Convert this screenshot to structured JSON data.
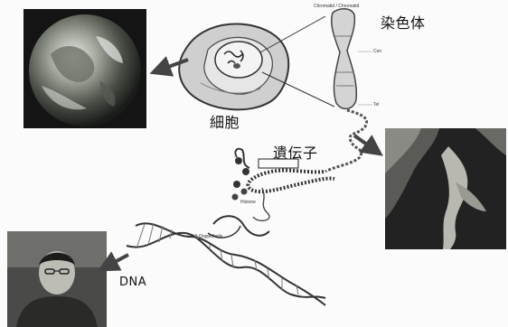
{
  "labels": {
    "chromosome": "染色体",
    "cell": "細胞",
    "gene": "遺伝子",
    "dna": "DNA",
    "histone": "Histone",
    "dna_double_helix": "DNA-Doppelhelix",
    "chromatid_top": "Chromatid / Chromatid",
    "centromere": "Cen",
    "telomere": "Tel"
  }
}
